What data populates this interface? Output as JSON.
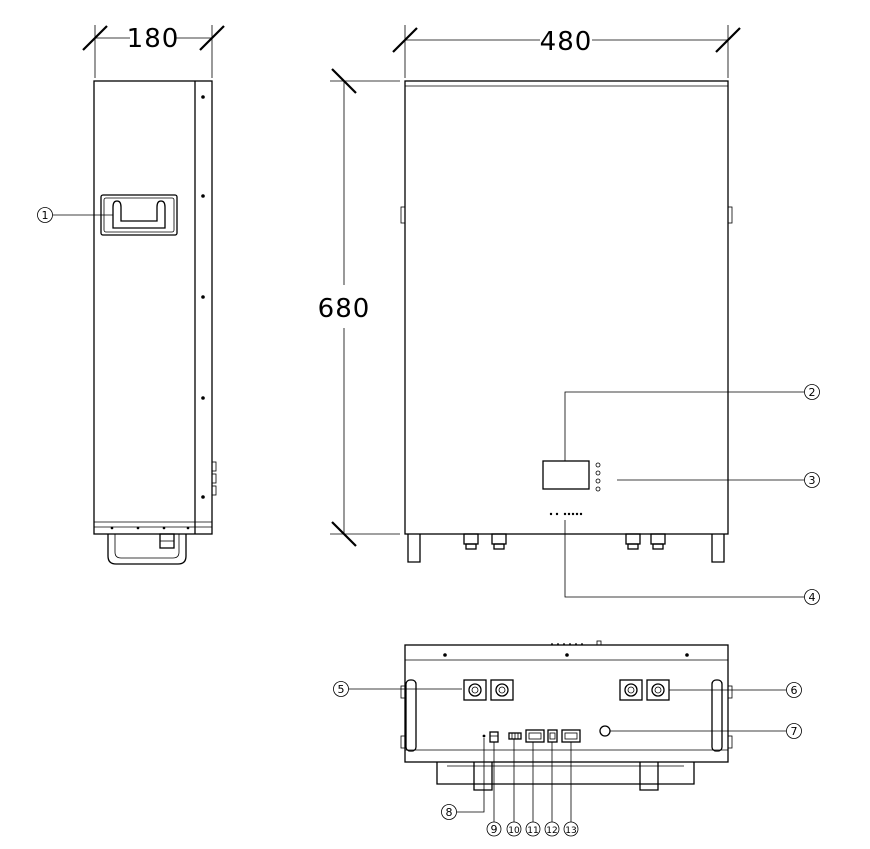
{
  "dimensions": {
    "side_width": "180",
    "front_width": "480",
    "front_height": "680"
  },
  "callouts": {
    "c1": "1",
    "c2": "2",
    "c3": "3",
    "c4": "4",
    "c5": "5",
    "c6": "6",
    "c7": "7",
    "c8": "8",
    "c9": "9",
    "c10": "10",
    "c11": "11",
    "c12": "12",
    "c13": "13"
  }
}
